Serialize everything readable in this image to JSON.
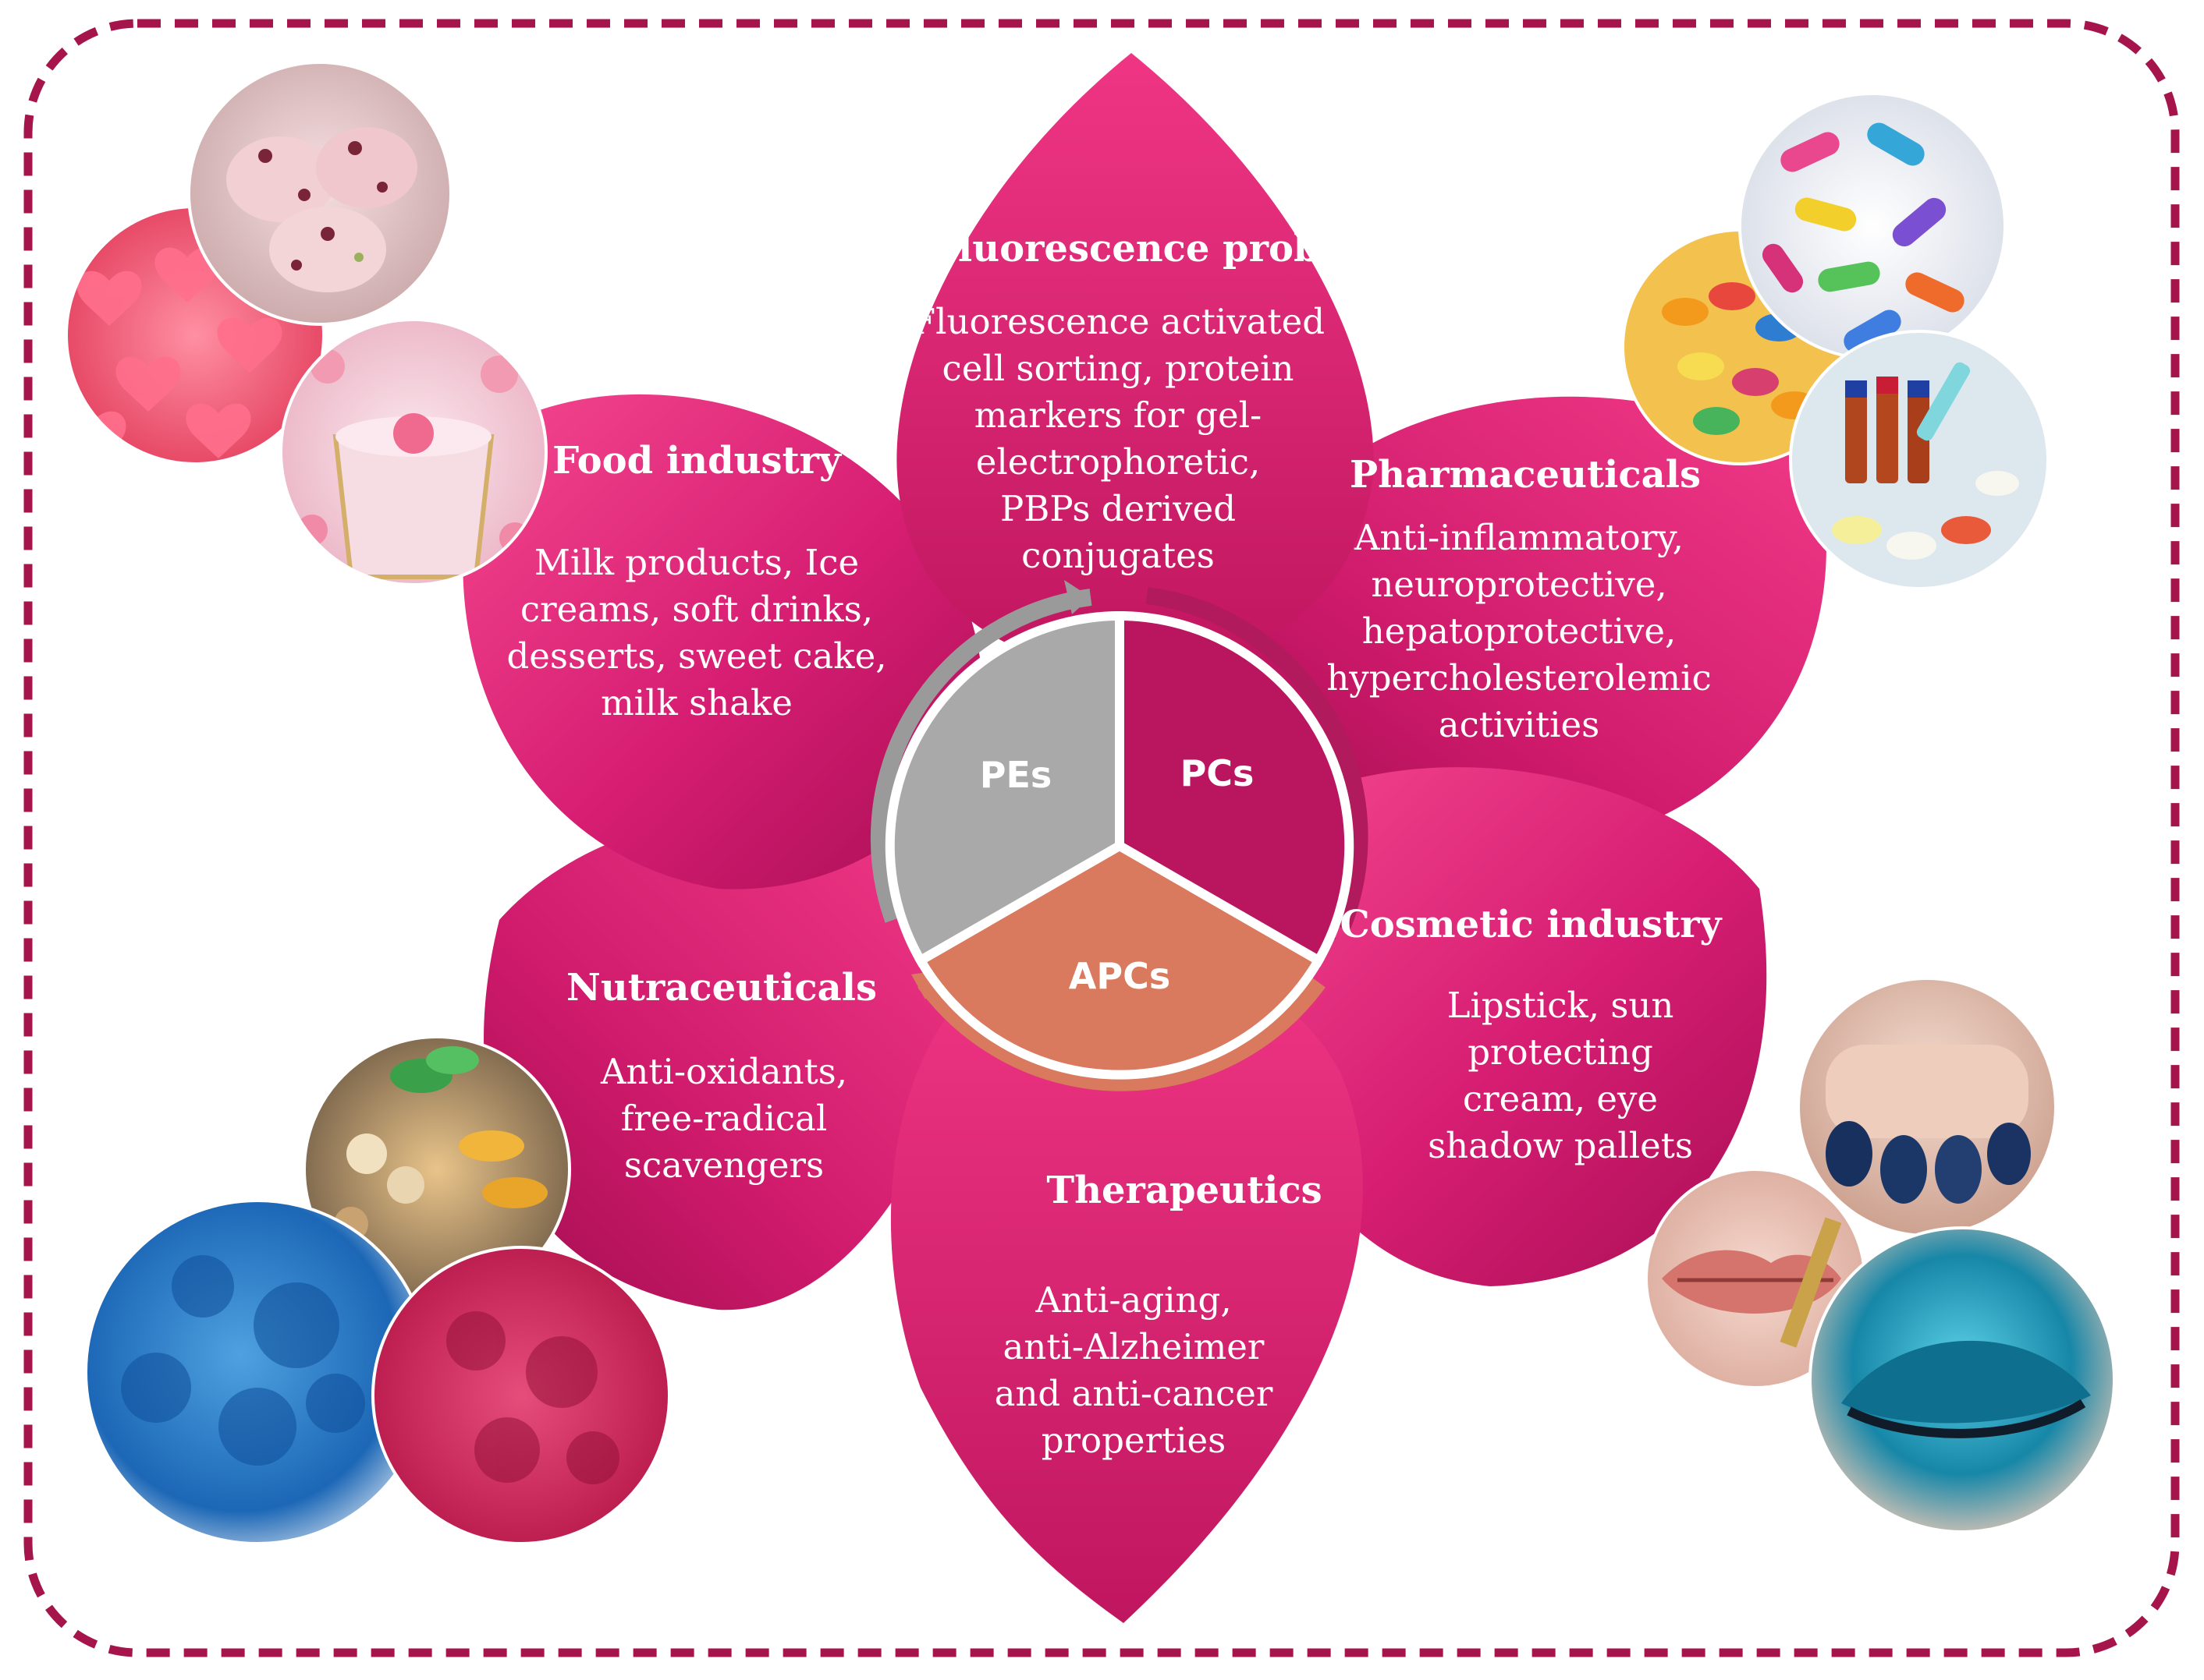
{
  "colors": {
    "border": "#a5144a",
    "petal_light": "#f0358a",
    "petal_dark": "#b3125c",
    "pes": "#a9a9a9",
    "pcs": "#b9165f",
    "apcs": "#d97a5e"
  },
  "hub": {
    "pes": "PEs",
    "pcs": "PCs",
    "apcs": "APCs"
  },
  "petals": {
    "fluorescence": {
      "title": "Fluorescence probe",
      "lines": [
        "Fluorescence activated",
        "cell sorting, protein",
        "markers for gel-",
        "electrophoretic,",
        "PBPs derived",
        "conjugates"
      ]
    },
    "food": {
      "title": "Food industry",
      "lines": [
        "Milk products, Ice",
        "creams, soft drinks,",
        "desserts, sweet cake,",
        "milk shake"
      ]
    },
    "pharma": {
      "title": "Pharmaceuticals",
      "lines": [
        "Anti-inflammatory,",
        "neuroprotective,",
        "hepatoprotective,",
        "hypercholesterolemic",
        "activities"
      ]
    },
    "cosmetic": {
      "title": "Cosmetic industry",
      "lines": [
        "Lipstick, sun",
        "protecting",
        "cream, eye",
        "shadow pallets"
      ]
    },
    "therapeutics": {
      "title": "Therapeutics",
      "lines": [
        "Anti-aging,",
        "anti-Alzheimer",
        "and anti-cancer",
        "properties"
      ]
    },
    "nutra": {
      "title": "Nutraceuticals",
      "lines": [
        "Anti-oxidants,",
        "free-radical",
        "scavengers"
      ]
    }
  },
  "photo_icons": {
    "food": [
      "ice-cream-photo-icon",
      "gummy-candy-photo-icon",
      "rose-milk-photo-icon"
    ],
    "pharma": [
      "capsules-photo-icon",
      "softgels-photo-icon",
      "vials-photo-icon"
    ],
    "nutra": [
      "supplements-photo-icon",
      "blue-powder-photo-icon",
      "red-powder-photo-icon"
    ],
    "cosmetic": [
      "nail-polish-photo-icon",
      "lipstick-photo-icon",
      "eye-shadow-photo-icon"
    ]
  }
}
